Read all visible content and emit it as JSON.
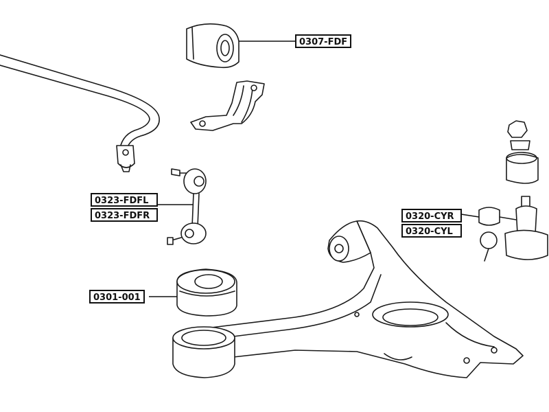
{
  "labels": {
    "stabilizer_bushing": "0307-FDF",
    "link_left": "0323-FDFL",
    "link_right": "0323-FDFR",
    "arm_bushing": "0301-001",
    "ball_joint_right": "0320-CYR",
    "ball_joint_left": "0320-CYL"
  },
  "colors": {
    "line": "#1a1a1a",
    "background": "#ffffff"
  }
}
